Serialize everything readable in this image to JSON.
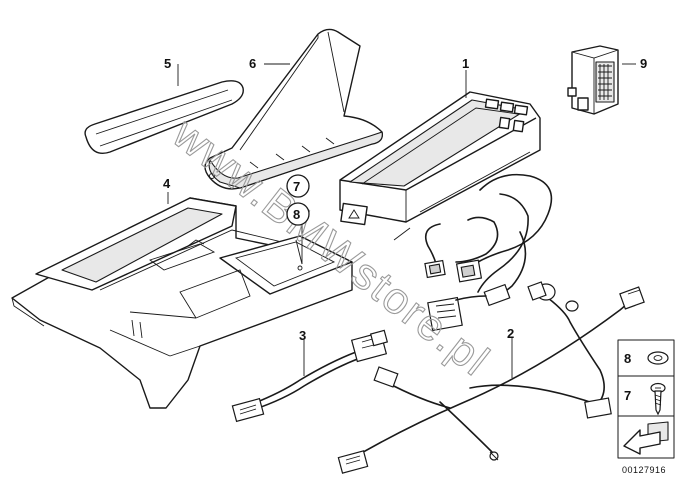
{
  "callouts": {
    "c1": "1",
    "c2": "2",
    "c3": "3",
    "c4": "4",
    "c5": "5",
    "c6": "6",
    "c7": "7",
    "c8": "8",
    "c9": "9"
  },
  "legend": {
    "n8": "8",
    "n7": "7"
  },
  "watermark": "www.BMWstore.pl",
  "diagram_number": "00127916"
}
